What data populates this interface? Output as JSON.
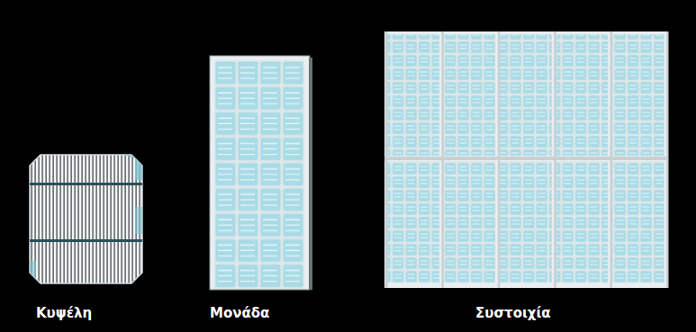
{
  "diagram": {
    "labels": [
      "Κυψέλη",
      "Μονάδα",
      "Συστοιχία"
    ]
  }
}
